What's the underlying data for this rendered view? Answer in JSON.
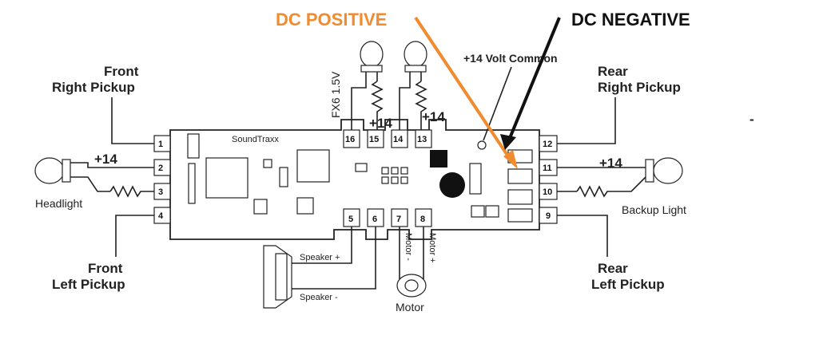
{
  "annotations": {
    "dc_positive": "DC POSITIVE",
    "dc_negative": "DC NEGATIVE",
    "dash": "-",
    "colors": {
      "positive": "#f28a2e",
      "negative": "#111111"
    }
  },
  "labels": {
    "front_right_pickup_1": "Front",
    "front_right_pickup_2": "Right Pickup",
    "front_left_pickup_1": "Front",
    "front_left_pickup_2": "Left Pickup",
    "rear_right_pickup_1": "Rear",
    "rear_right_pickup_2": "Right Pickup",
    "rear_left_pickup_1": "Rear",
    "rear_left_pickup_2": "Left Pickup",
    "headlight": "Headlight",
    "backup_light": "Backup Light",
    "plus14_left": "+14",
    "plus14_right": "+14",
    "plus14_top_a": "+14",
    "plus14_top_b": "+14",
    "volt_common": "+14 Volt Common",
    "fx6": "FX6 1.5V",
    "speaker_plus": "Speaker +",
    "speaker_minus": "Speaker -",
    "motor_minus": "Motor -",
    "motor_plus": "Motor +",
    "motor": "Motor",
    "soundtraxx": "SoundTraxx"
  },
  "pins": {
    "p1": "1",
    "p2": "2",
    "p3": "3",
    "p4": "4",
    "p5": "5",
    "p6": "6",
    "p7": "7",
    "p8": "8",
    "p9": "9",
    "p10": "10",
    "p11": "11",
    "p12": "12",
    "p13": "13",
    "p14": "14",
    "p15": "15",
    "p16": "16"
  }
}
